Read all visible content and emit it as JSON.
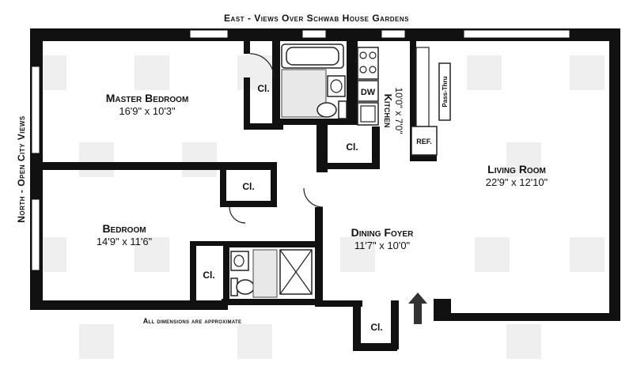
{
  "compass": {
    "east": "East - Views Over Schwab House Gardens",
    "north": "North - Open City Views"
  },
  "rooms": {
    "master_bedroom": {
      "name": "Master Bedroom",
      "dims": "16'9\" x 10'3\""
    },
    "bedroom": {
      "name": "Bedroom",
      "dims": "14'9\" x 11'6\""
    },
    "kitchen": {
      "name": "Kitchen",
      "dims": "10'0\" x 7'0\""
    },
    "living_room": {
      "name": "Living Room",
      "dims": "22'9\" x 12'10\""
    },
    "dining_foyer": {
      "name": "Dining Foyer",
      "dims": "11'7\" x 10'0\""
    }
  },
  "closets": {
    "label": "Cl."
  },
  "fixtures": {
    "dishwasher": "DW",
    "refrigerator": "REF.",
    "pass_thru": "Pass-Thru"
  },
  "footnote": "All dimensions are approximate",
  "colors": {
    "wall": "#111111",
    "watermark": "#ececec"
  }
}
